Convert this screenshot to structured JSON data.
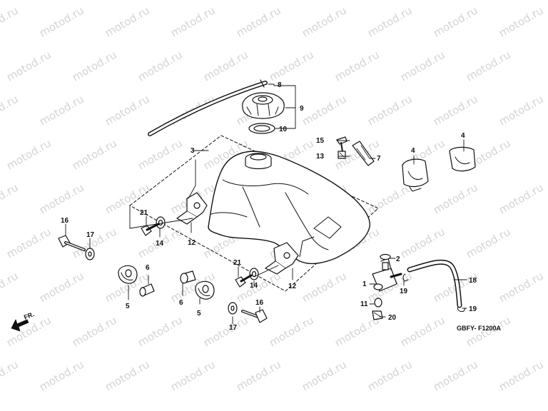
{
  "watermark": {
    "text": "motod.ru"
  },
  "diagram_code": "GBFY- F1200A",
  "front_marker": "FR.",
  "callouts": {
    "c1": "1",
    "c2": "2",
    "c3": "3",
    "c4a": "4",
    "c4b": "4",
    "c5a": "5",
    "c5b": "5",
    "c6a": "6",
    "c6b": "6",
    "c7": "7",
    "c8": "8",
    "c9": "9",
    "c10": "10",
    "c11": "11",
    "c12a": "12",
    "c12b": "12",
    "c13": "13",
    "c14a": "14",
    "c14b": "14",
    "c15": "15",
    "c16a": "16",
    "c16b": "16",
    "c17a": "17",
    "c17b": "17",
    "c18": "18",
    "c19a": "19",
    "c19b": "19",
    "c20": "20",
    "c21a": "21",
    "c21b": "21"
  }
}
